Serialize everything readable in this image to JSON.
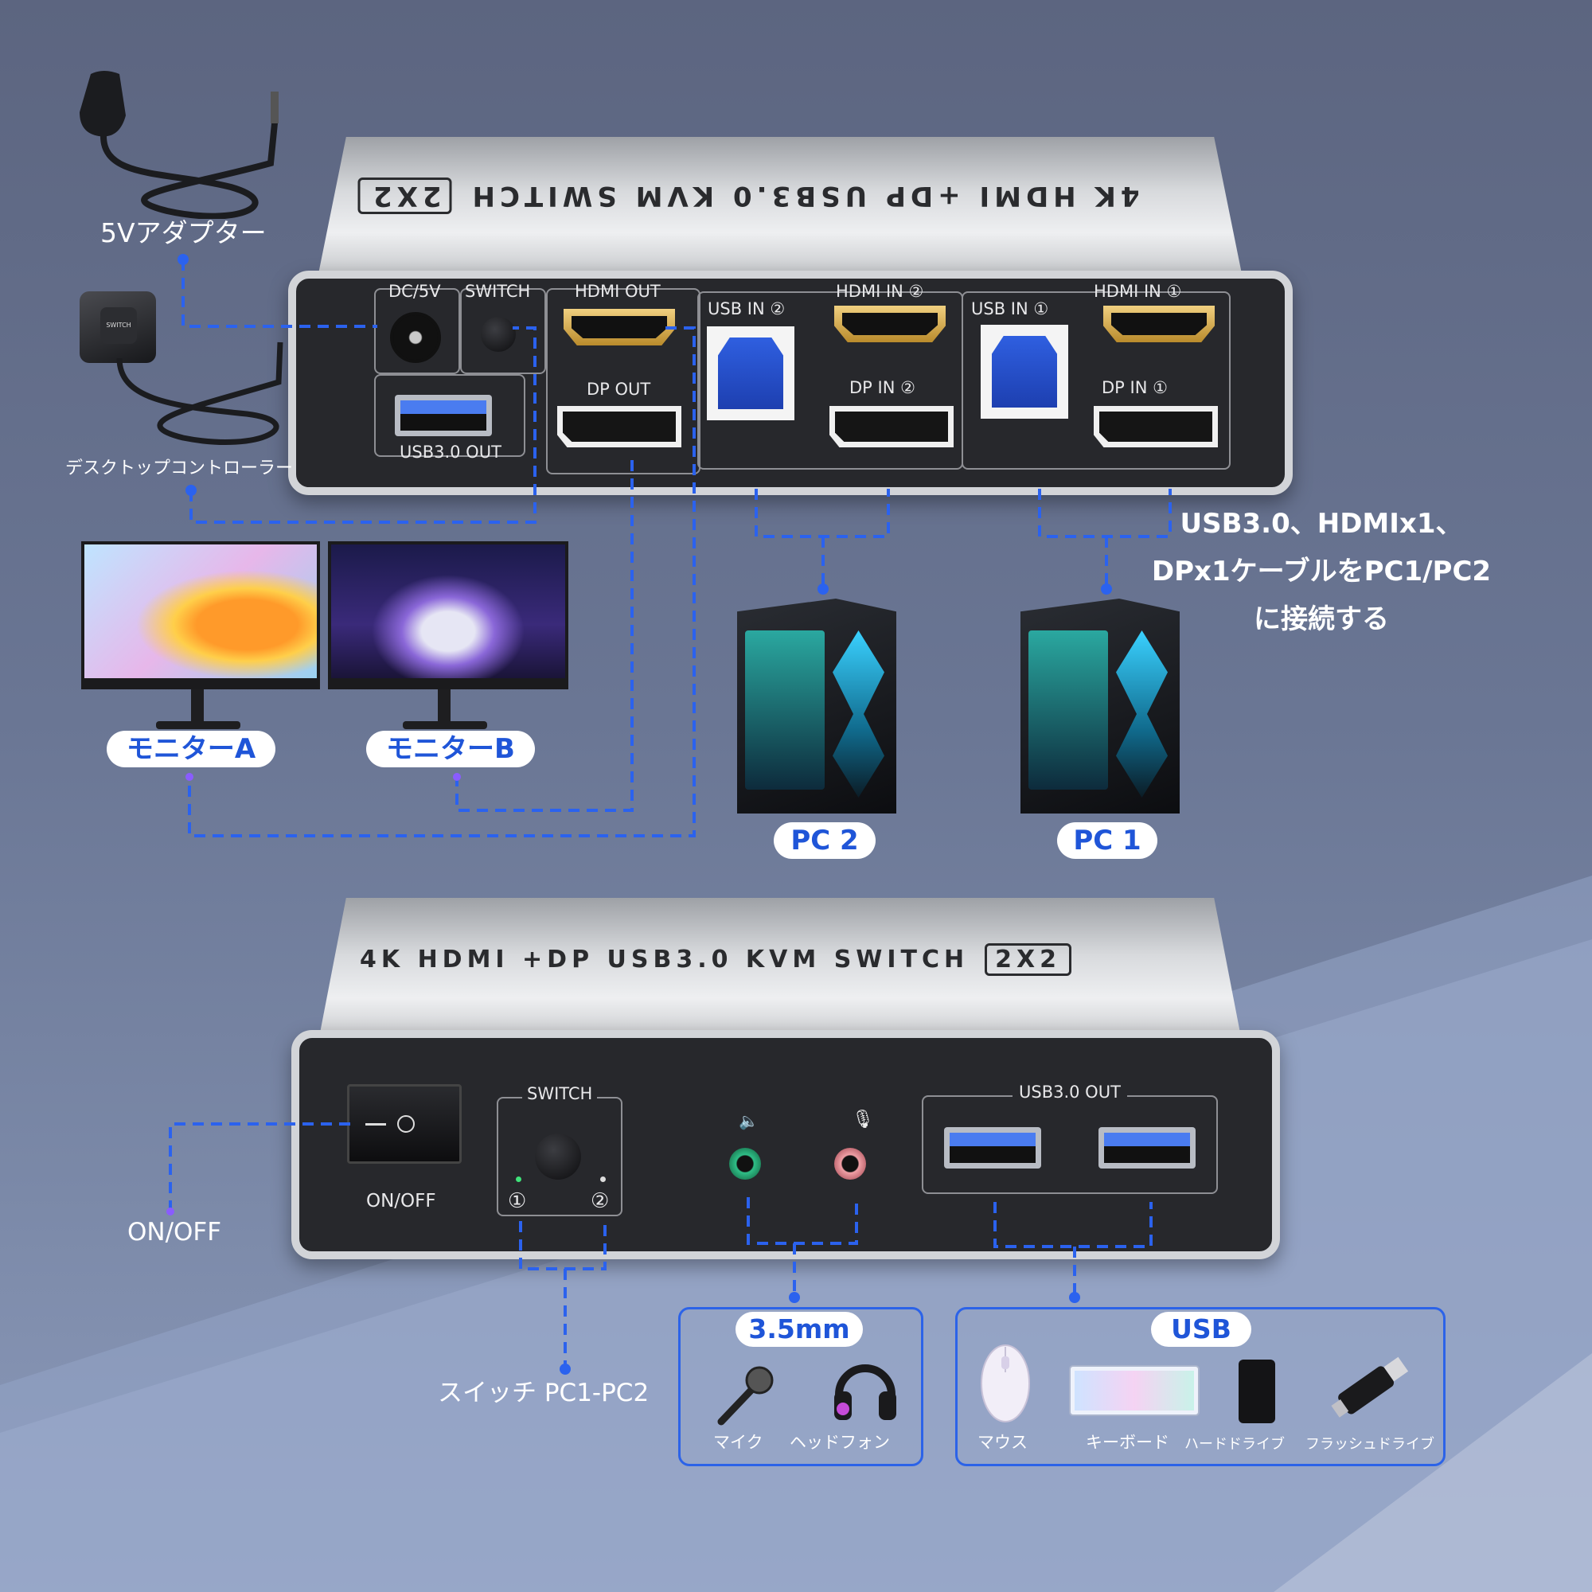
{
  "device": {
    "title": "4K HDMI +DP USB3.0 KVM SWITCH",
    "badge": "2X2"
  },
  "rear_panel": {
    "dc5v": "DC/5V",
    "switch": "SWITCH",
    "hdmi_out": "HDMI OUT",
    "dp_out": "DP OUT",
    "usb_in_2": "USB IN ②",
    "hdmi_in_2": "HDMI IN ②",
    "dp_in_2": "DP IN ②",
    "usb_in_1": "USB IN ①",
    "hdmi_in_1": "HDMI IN ①",
    "dp_in_1": "DP IN ①",
    "usb30_out": "USB3.0 OUT"
  },
  "front_panel": {
    "onoff": "ON/OFF",
    "switch": "SWITCH",
    "switch_pos_1": "①",
    "switch_pos_2": "②",
    "usb30_out": "USB3.0 OUT"
  },
  "accessories": {
    "adapter": "5Vアダプター",
    "controller": "デスクトップコントローラー",
    "controller_button": "SWITCH"
  },
  "monitors": {
    "a": "モニターA",
    "b": "モニターB"
  },
  "pcs": {
    "pc2": "PC 2",
    "pc1": "PC 1"
  },
  "connect_note": [
    "USB3.0、HDMIx1、",
    "DPx1ケーブルをPC1/PC2",
    "に接続する"
  ],
  "front_callouts": {
    "onoff": "ON/OFF",
    "switch_pc": "スイッチ PC1-PC2"
  },
  "audio_group": {
    "title": "3.5mm",
    "mic": "マイク",
    "headphone": "ヘッドフォン"
  },
  "usb_group": {
    "title": "USB",
    "mouse": "マウス",
    "keyboard": "キーボード",
    "hdd": "ハードドライブ",
    "flash": "フラッシュドライブ"
  },
  "colors": {
    "accent": "#1f55d8",
    "dash": "#2b62ee",
    "panel": "#27282c"
  }
}
